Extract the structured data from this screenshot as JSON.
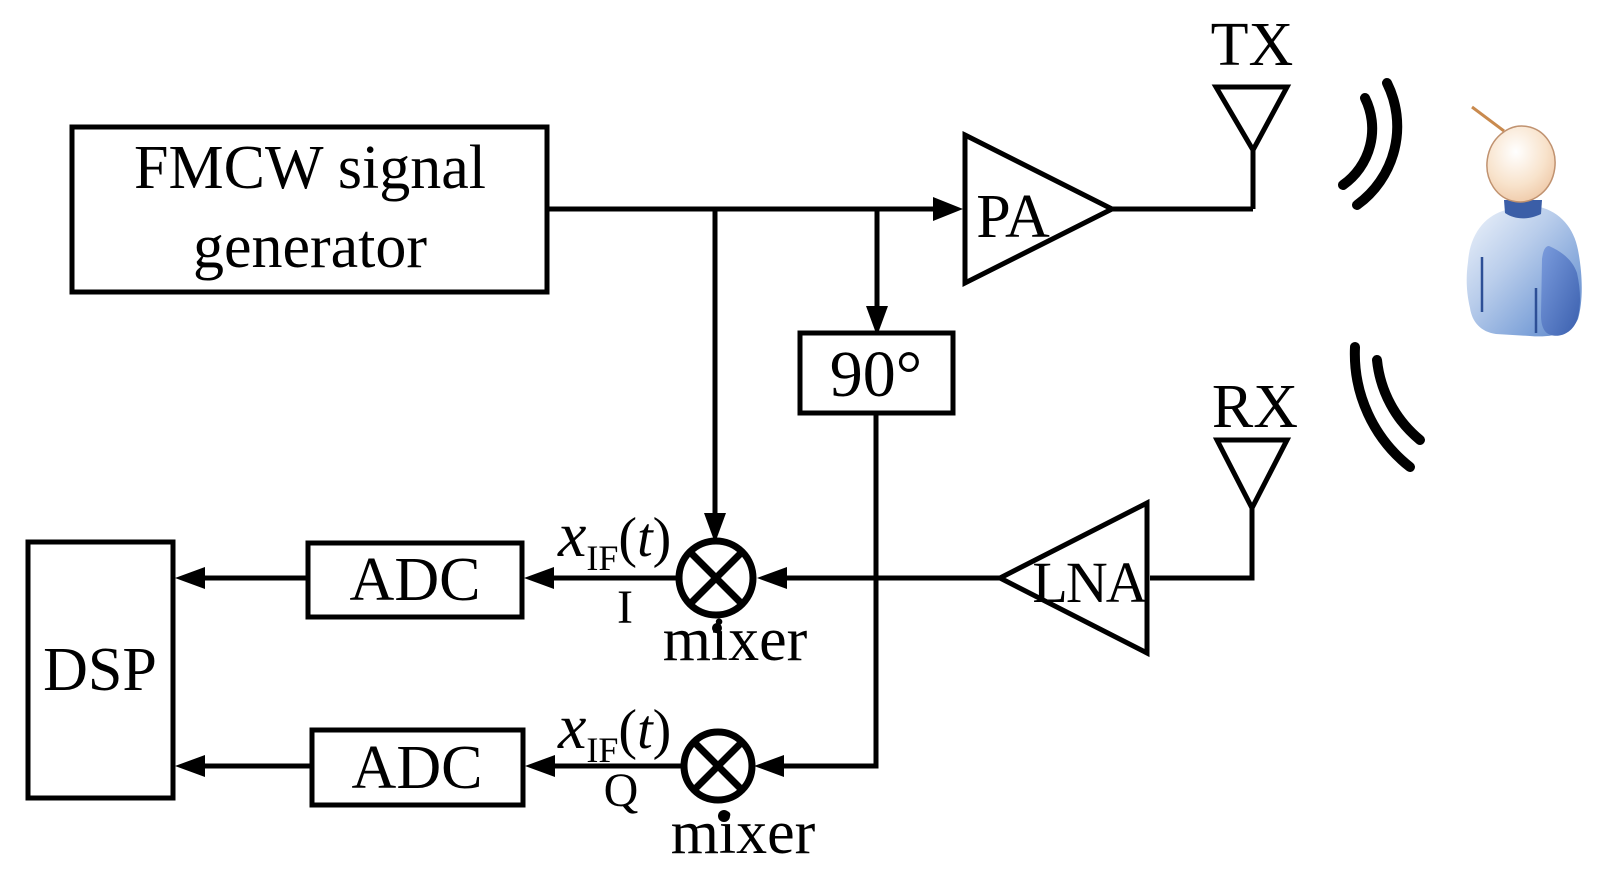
{
  "diagram": {
    "background_color": "#ffffff",
    "line_color": "#000000",
    "blocks": {
      "fmcw_generator": {
        "line1": "FMCW signal",
        "line2": "generator"
      },
      "phase_shifter": {
        "label": "90°"
      },
      "power_amplifier": {
        "label": "PA"
      },
      "low_noise_amplifier": {
        "label": "LNA"
      },
      "dsp": {
        "label": "DSP"
      },
      "adc_i": {
        "label": "ADC"
      },
      "adc_q": {
        "label": "ADC"
      }
    },
    "antennas": {
      "tx": {
        "label": "TX"
      },
      "rx": {
        "label": "RX"
      }
    },
    "mixers": {
      "i": {
        "label": "mixer",
        "channel": "I"
      },
      "q": {
        "label": "mixer",
        "channel": "Q"
      }
    },
    "signals": {
      "if_i": {
        "x": "x",
        "sub": "IF",
        "open_paren": "(",
        "t": "t",
        "close_paren": ")"
      },
      "if_q": {
        "x": "x",
        "sub": "IF",
        "open_paren": "(",
        "t": "t",
        "close_paren": ")"
      }
    },
    "person": {
      "skin_color": "#f2cba6",
      "body_light_color": "#dce7f5",
      "body_dark_color": "#3c63b0",
      "collar_color": "#3b5ea7",
      "antenna_color": "#c98a4e"
    }
  }
}
